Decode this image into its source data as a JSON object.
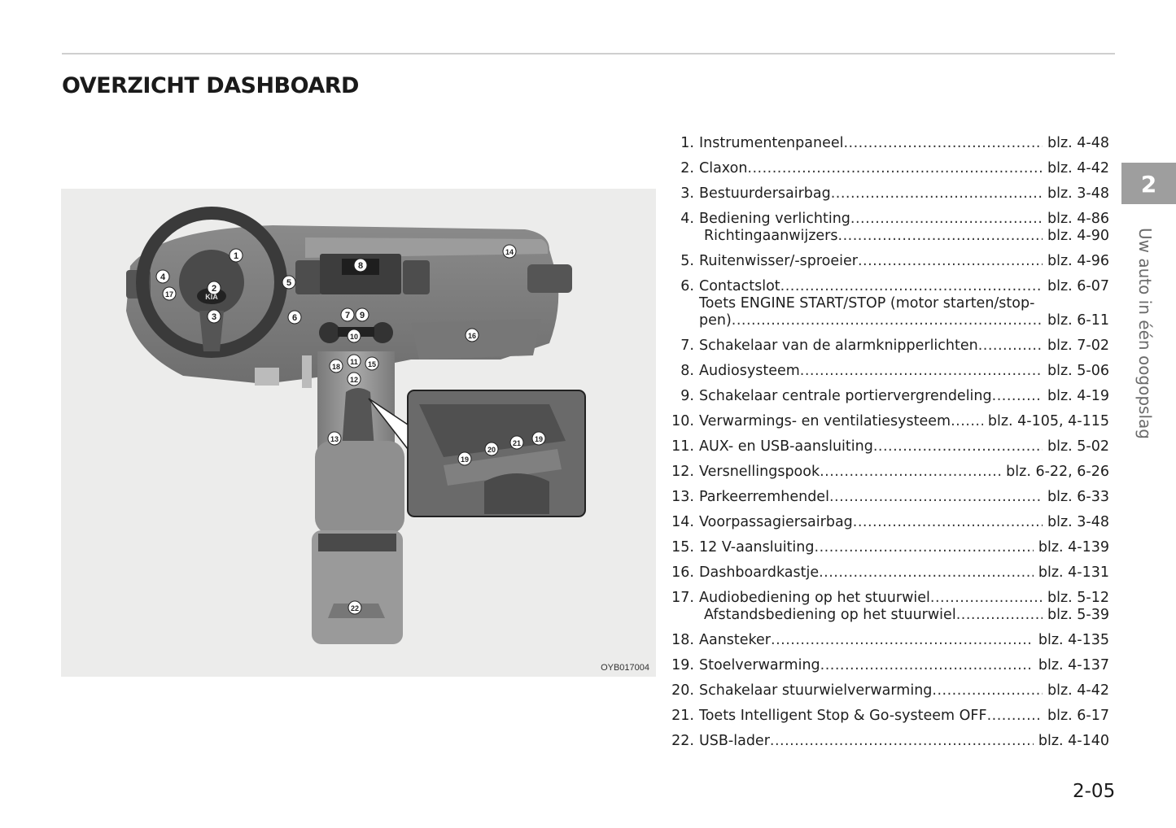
{
  "page": {
    "title": "OVERZICHT DASHBOARD",
    "page_number": "2-05",
    "chapter_number": "2",
    "chapter_title": "Uw auto in één oogopslag"
  },
  "figure": {
    "code": "OYB017004",
    "callouts": [
      "1",
      "2",
      "3",
      "4",
      "5",
      "6",
      "7",
      "8",
      "9",
      "10",
      "11",
      "12",
      "13",
      "14",
      "15",
      "16",
      "17",
      "18",
      "19",
      "20",
      "21",
      "19",
      "22"
    ],
    "brand_logo": "KIA"
  },
  "toc": [
    {
      "num": "1.",
      "lines": [
        {
          "label": "Instrumentenpaneel",
          "page": "blz. 4-48"
        }
      ]
    },
    {
      "num": "2.",
      "lines": [
        {
          "label": "Claxon",
          "page": "blz. 4-42"
        }
      ]
    },
    {
      "num": "3.",
      "lines": [
        {
          "label": "Bestuurdersairbag",
          "page": "blz. 3-48"
        }
      ]
    },
    {
      "num": "4.",
      "lines": [
        {
          "label": "Bediening verlichting",
          "page": "blz. 4-86"
        },
        {
          "label": "Richtingaanwijzers",
          "page": "blz. 4-90"
        }
      ]
    },
    {
      "num": "5.",
      "lines": [
        {
          "label": "Ruitenwisser/-sproeier",
          "page": "blz. 4-96"
        }
      ]
    },
    {
      "num": "6.",
      "lines": [
        {
          "label": "Contactslot",
          "page": "blz. 6-07"
        }
      ],
      "wrap": "Toets ENGINE START/STOP (motor starten/stop-",
      "wrap_cont": {
        "label": "pen)",
        "page": "blz. 6-11"
      }
    },
    {
      "num": "7.",
      "lines": [
        {
          "label": "Schakelaar van de alarmknipperlichten",
          "page": "blz. 7-02"
        }
      ]
    },
    {
      "num": "8.",
      "lines": [
        {
          "label": "Audiosysteem",
          "page": "blz. 5-06"
        }
      ]
    },
    {
      "num": "9.",
      "lines": [
        {
          "label": "Schakelaar centrale portiervergrendeling",
          "page": "blz. 4-19"
        }
      ]
    },
    {
      "num": "10.",
      "lines": [
        {
          "label": "Verwarmings- en ventilatiesysteem",
          "page": "blz. 4-105, 4-115"
        }
      ]
    },
    {
      "num": "11.",
      "lines": [
        {
          "label": "AUX- en USB-aansluiting",
          "page": "blz. 5-02"
        }
      ]
    },
    {
      "num": "12.",
      "lines": [
        {
          "label": "Versnellingspook",
          "page": "blz. 6-22, 6-26"
        }
      ]
    },
    {
      "num": "13.",
      "lines": [
        {
          "label": "Parkeerremhendel",
          "page": "blz. 6-33"
        }
      ]
    },
    {
      "num": "14.",
      "lines": [
        {
          "label": "Voorpassagiersairbag",
          "page": "blz. 3-48"
        }
      ]
    },
    {
      "num": "15.",
      "lines": [
        {
          "label": "12 V-aansluiting",
          "page": "blz. 4-139"
        }
      ]
    },
    {
      "num": "16.",
      "lines": [
        {
          "label": "Dashboardkastje",
          "page": "blz. 4-131"
        }
      ]
    },
    {
      "num": "17.",
      "lines": [
        {
          "label": "Audiobediening op het stuurwiel",
          "page": "blz. 5-12"
        },
        {
          "label": "Afstandsbediening op het stuurwiel",
          "page": "blz. 5-39"
        }
      ]
    },
    {
      "num": "18.",
      "lines": [
        {
          "label": "Aansteker",
          "page": "blz. 4-135"
        }
      ]
    },
    {
      "num": "19.",
      "lines": [
        {
          "label": "Stoelverwarming",
          "page": "blz. 4-137"
        }
      ]
    },
    {
      "num": "20.",
      "lines": [
        {
          "label": "Schakelaar stuurwielverwarming",
          "page": "blz. 4-42"
        }
      ]
    },
    {
      "num": "21.",
      "lines": [
        {
          "label": "Toets Intelligent Stop & Go-systeem OFF",
          "page": "blz. 6-17"
        }
      ]
    },
    {
      "num": "22.",
      "lines": [
        {
          "label": "USB-lader",
          "page": "blz. 4-140"
        }
      ]
    }
  ]
}
